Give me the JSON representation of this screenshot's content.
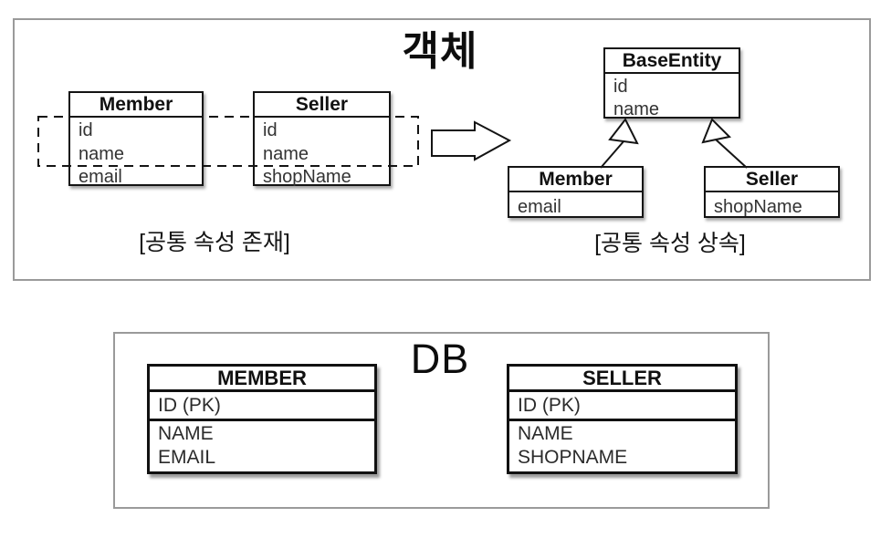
{
  "object_section": {
    "title": "객체",
    "before": {
      "member": {
        "title": "Member",
        "fields": [
          "id",
          "name",
          "email"
        ]
      },
      "seller": {
        "title": "Seller",
        "fields": [
          "id",
          "name",
          "shopName"
        ]
      },
      "caption": "[공통 속성 존재]"
    },
    "after": {
      "base_entity": {
        "title": "BaseEntity",
        "fields": [
          "id",
          "name"
        ]
      },
      "member": {
        "title": "Member",
        "fields": [
          "email"
        ]
      },
      "seller": {
        "title": "Seller",
        "fields": [
          "shopName"
        ]
      },
      "caption": "[공통 속성 상속]"
    }
  },
  "db_section": {
    "title": "DB",
    "member_table": {
      "title": "MEMBER",
      "pk_row": "ID (PK)",
      "rows": [
        "NAME",
        "EMAIL"
      ]
    },
    "seller_table": {
      "title": "SELLER",
      "pk_row": "ID (PK)",
      "rows": [
        "NAME",
        "SHOPNAME"
      ]
    }
  },
  "colors": {
    "class_border": "#141414",
    "frame_border": "#9a9a9a",
    "text": "#1f1f1f",
    "background": "#ffffff"
  }
}
